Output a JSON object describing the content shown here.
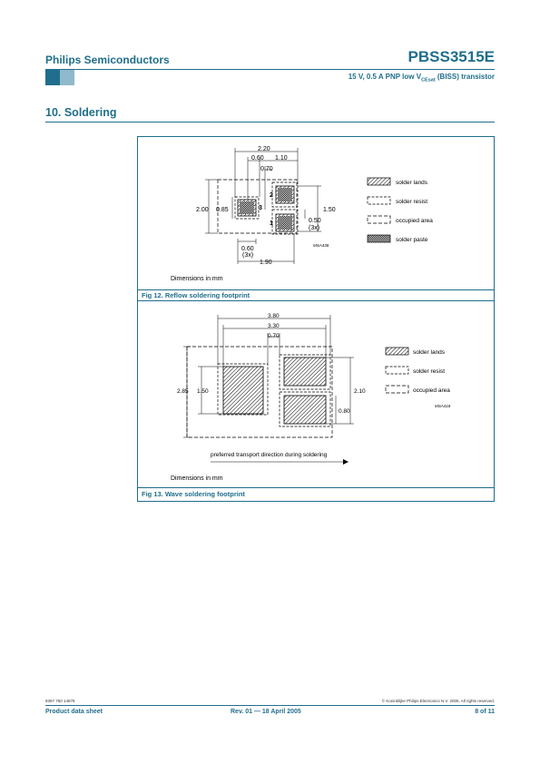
{
  "header": {
    "brand": "Philips Semiconductors",
    "product": "PBSS3515E",
    "subtitle_pre": "15 V, 0.5 A PNP low V",
    "subtitle_sub": "CEsat",
    "subtitle_post": " (BISS) transistor"
  },
  "section": {
    "title": "10.  Soldering"
  },
  "fig12": {
    "caption": "Fig 12.  Reflow soldering footprint",
    "dims_note": "Dimensions in mm",
    "code": "MSA438",
    "labels": {
      "w220": "2.20",
      "w060": "0.60",
      "w110": "1.10",
      "w070": "0.70",
      "h200": "2.00",
      "h085": "0.85",
      "h150": "1.50",
      "d050": "0.50",
      "d050n": "(3x)",
      "d060": "0.60",
      "d060n": "(3x)",
      "w190": "1.90",
      "pin1": "1",
      "pin2": "2",
      "pin3": "3"
    },
    "legend": [
      "solder lands",
      "solder resist",
      "occupied area",
      "solder paste"
    ]
  },
  "fig13": {
    "caption": "Fig 13.  Wave soldering footprint",
    "dims_note": "Dimensions in mm",
    "code": "MSA418",
    "transport": "preferred transport direction during soldering",
    "labels": {
      "w380": "3.80",
      "w330": "3.30",
      "w070": "0.70",
      "h285": "2.85",
      "h150": "1.50",
      "h210": "2.10",
      "h080": "0.80"
    },
    "legend": [
      "solder lands",
      "solder resist",
      "occupied area"
    ]
  },
  "footer": {
    "docnum": "9397 750 14878",
    "copyright": "© Koninklijke Philips Electronics N.V. 2005. All rights reserved.",
    "doctype": "Product data sheet",
    "revision": "Rev. 01 — 18 April 2005",
    "page": "8 of 11"
  }
}
